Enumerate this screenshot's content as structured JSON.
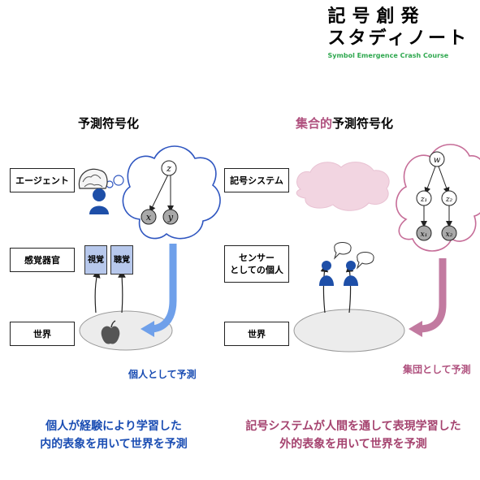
{
  "brand": {
    "title_line1": "記号創発",
    "title_line2": "スタディノート",
    "subtitle": "Symbol Emergence Crash Course"
  },
  "left": {
    "heading": "予測符号化",
    "labels": {
      "agent": "エージェント",
      "sensor": "感覚器官",
      "world": "世界"
    },
    "senses": [
      "視覚",
      "聴覚"
    ],
    "nodes": [
      "z",
      "x",
      "y"
    ],
    "caption": "個人として予測",
    "summary_line1": "個人が経験により学習した",
    "summary_line2": "内的表象を用いて世界を予測"
  },
  "right": {
    "heading_accent": "集合的",
    "heading_rest": "予測符号化",
    "labels": {
      "symbol": "記号システム",
      "sensor_line1": "センサー",
      "sensor_line2": "としての個人",
      "world": "世界"
    },
    "nodes": [
      "w",
      "z₁",
      "z₂",
      "x₁",
      "x₂"
    ],
    "caption": "集団として予測",
    "summary_line1": "記号システムが人間を通して表現学習した",
    "summary_line2": "外的表象を用いて世界を予測"
  },
  "colors": {
    "blue_accent": "#1a4db3",
    "arrow_blue": "#6fa0ea",
    "arrow_pink": "#c27aa0",
    "cloud_pink_fill": "#f2d5e1",
    "cloud_pink_stroke": "#c66d98",
    "cloud_blue_stroke": "#2f56c0",
    "ellipse_fill": "#ececec",
    "node_gray": "#a9a9a9",
    "person_blue": "#1e4fa8",
    "brand_green": "#2fa84f"
  }
}
